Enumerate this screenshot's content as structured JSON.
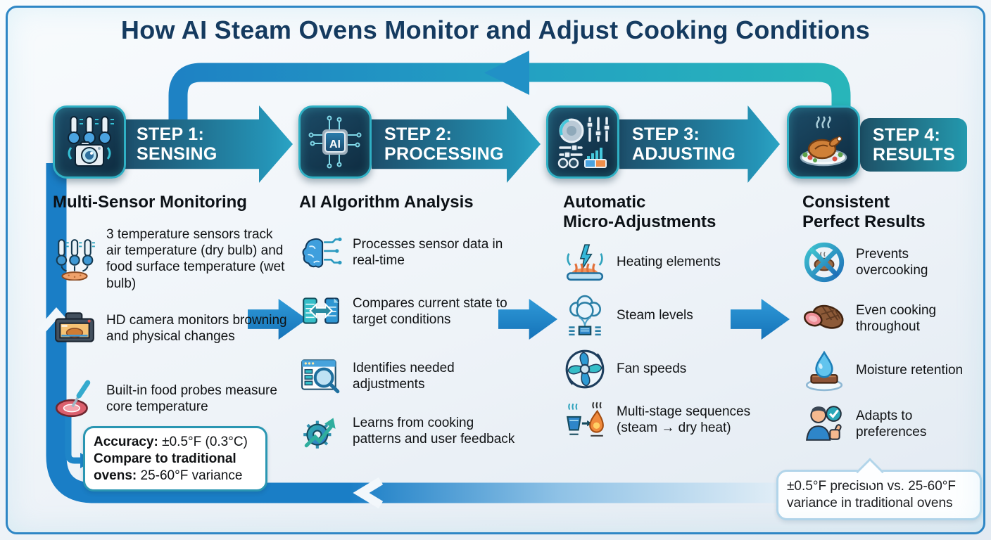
{
  "title": "How AI Steam Ovens Monitor and Adjust Cooking Conditions",
  "steps": [
    {
      "label": "STEP 1:\nSENSING",
      "icon": "multisensor-icon"
    },
    {
      "label": "STEP 2:\nPROCESSING",
      "icon": "ai-chip-icon"
    },
    {
      "label": "STEP 3:\nADJUSTING",
      "icon": "control-panel-icon"
    },
    {
      "label": "STEP 4:\nRESULTS",
      "icon": "roast-dish-icon"
    }
  ],
  "columns": [
    {
      "heading": "Multi-Sensor Monitoring",
      "items": [
        {
          "icon": "triple-thermometer-icon",
          "text": "3 temperature sensors track air temperature (dry bulb) and food surface temperature (wet bulb)"
        },
        {
          "icon": "hd-camera-icon",
          "text": "HD camera monitors browning and physical changes"
        },
        {
          "icon": "food-probe-icon",
          "text": "Built-in food probes measure core temperature"
        }
      ],
      "note": {
        "accuracy_label": "Accuracy:",
        "accuracy_value": " ±0.5°F (0.3°C)",
        "compare_label": "Compare to traditional ovens:",
        "compare_value": " 25-60°F variance"
      }
    },
    {
      "heading": "AI Algorithm Analysis",
      "items": [
        {
          "icon": "brain-circuit-icon",
          "text": "Processes sensor data in real-time"
        },
        {
          "icon": "compare-documents-icon",
          "text": "Compares current state to target conditions"
        },
        {
          "icon": "magnifier-window-icon",
          "text": "Identifies needed adjustments"
        },
        {
          "icon": "learning-gear-icon",
          "text": "Learns from cooking patterns and user feedback"
        }
      ]
    },
    {
      "heading": "Automatic\nMicro-Adjustments",
      "items": [
        {
          "icon": "heating-element-icon",
          "text": "Heating elements"
        },
        {
          "icon": "steam-cloud-icon",
          "text": "Steam levels"
        },
        {
          "icon": "fan-icon",
          "text": "Fan speeds"
        },
        {
          "icon": "multi-stage-icon",
          "text": "Multi-stage sequences (steam → dry heat)"
        }
      ]
    },
    {
      "heading": "Consistent\nPerfect Results",
      "items": [
        {
          "icon": "no-overcooking-icon",
          "text": "Prevents overcooking"
        },
        {
          "icon": "even-cooking-icon",
          "text": "Even cooking throughout"
        },
        {
          "icon": "moisture-drop-icon",
          "text": "Moisture retention"
        },
        {
          "icon": "user-thumbs-up-icon",
          "text": "Adapts to preferences"
        }
      ]
    }
  ],
  "callout_text": "±0.5°F precision vs. 25-60°F variance in traditional ovens",
  "colors": {
    "title": "#153a5f",
    "step_arrow_start": "#1d4f6b",
    "step_arrow_end": "#2ba4c4",
    "loop_blue": "#1e82c4",
    "loop_teal": "#28b5ba",
    "mid_arrow": "#1b86c8",
    "note_border": "#2a96b2",
    "callout_border": "#b2d5ea"
  }
}
